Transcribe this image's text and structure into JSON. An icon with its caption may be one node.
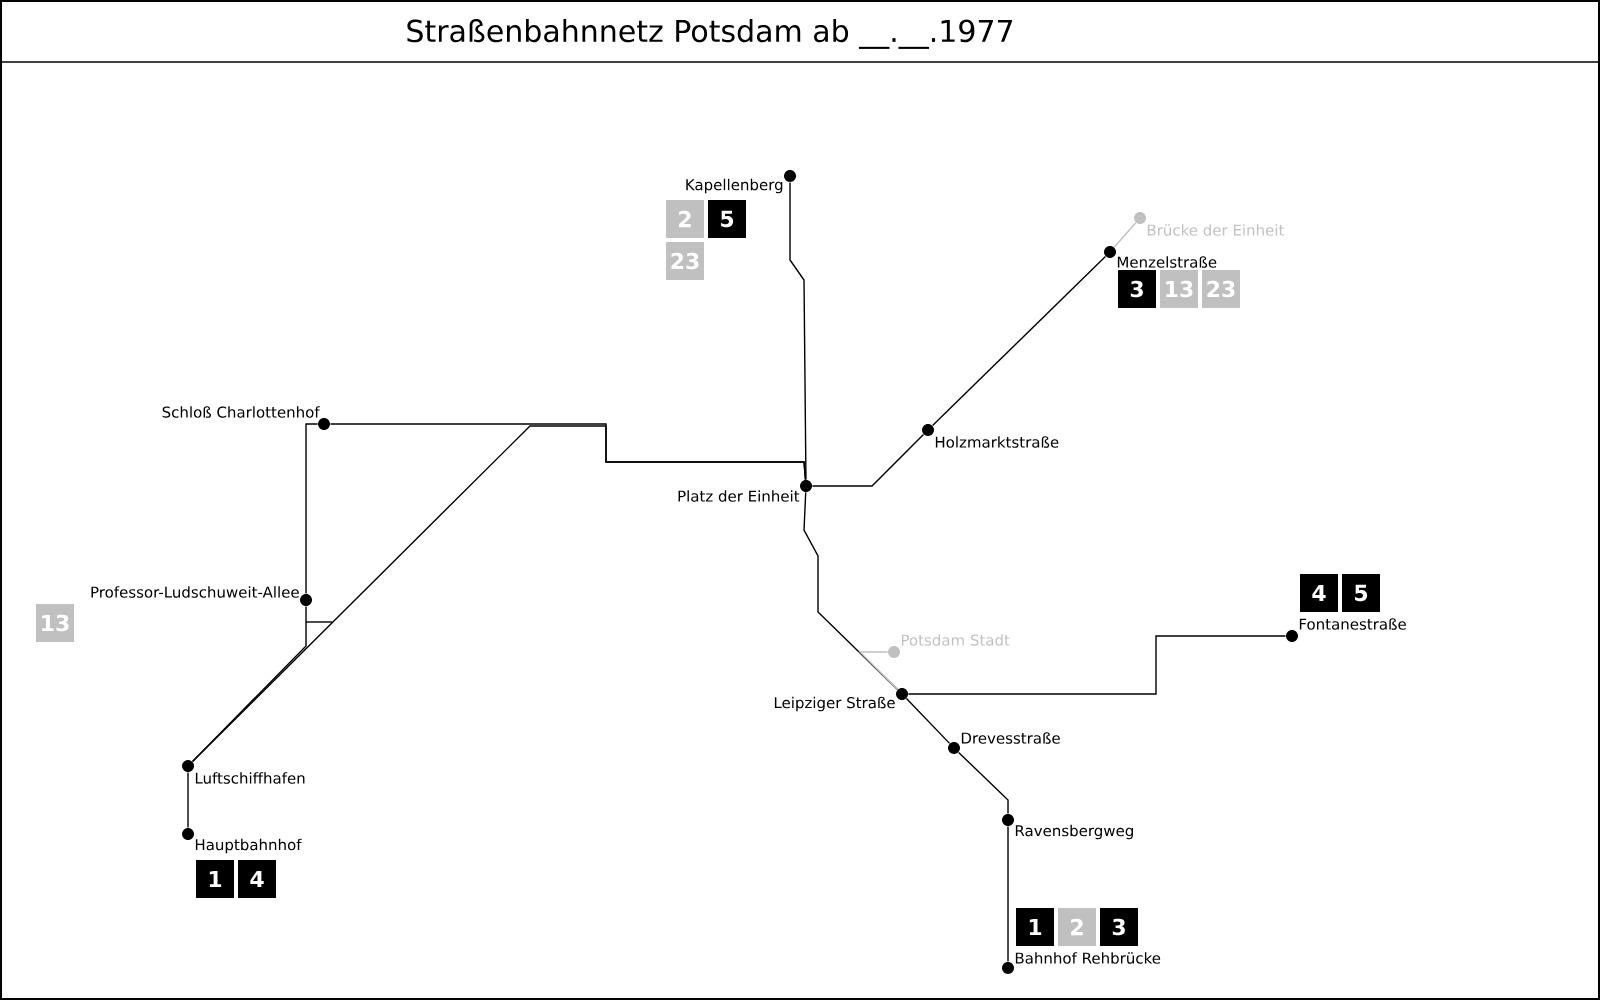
{
  "diagram": {
    "title": "Straßenbahnnetz Potsdam ab __.__.1977",
    "nodes": [
      {
        "text": [],
        "shape": "circle",
        "beside": [
          "Kapellenberg"
        ]
      },
      {
        "text": [
          "2"
        ]
      },
      {
        "text": [
          "5"
        ]
      },
      {
        "text": [
          "23"
        ]
      },
      {
        "text": [],
        "shape": "circle",
        "beside": [
          "Brücke der Einheit"
        ]
      },
      {
        "text": [],
        "shape": "circle",
        "beside": [
          "Menzelstraße"
        ]
      },
      {
        "text": [
          "3"
        ]
      },
      {
        "text": [
          "13"
        ]
      },
      {
        "text": [
          "23"
        ]
      },
      {
        "text": [],
        "shape": "circle",
        "beside": [
          "Schloß Charlottenhof"
        ]
      },
      {
        "text": [],
        "shape": "circle",
        "beside": [
          "Holzmarktstraße"
        ]
      },
      {
        "text": [],
        "shape": "circle",
        "beside": [
          "Platz der Einheit"
        ]
      },
      {
        "text": [],
        "shape": "circle",
        "beside": [
          "Professor-Ludschuweit-Allee"
        ]
      },
      {
        "text": [
          "13"
        ]
      },
      {
        "text": [
          "4"
        ]
      },
      {
        "text": [
          "5"
        ]
      },
      {
        "text": [],
        "shape": "circle",
        "beside": [
          "Fontanestraße"
        ]
      },
      {
        "text": [],
        "shape": "circle",
        "beside": [
          "Potsdam Stadt"
        ]
      },
      {
        "text": [],
        "shape": "circle",
        "beside": [
          "Leipziger Straße"
        ]
      },
      {
        "text": [],
        "shape": "circle",
        "beside": [
          "Drevesstraße"
        ]
      },
      {
        "text": [],
        "shape": "circle",
        "beside": [
          "Luftschiffhafen"
        ]
      },
      {
        "text": [],
        "shape": "circle",
        "beside": [
          "Ravensbergweg"
        ]
      },
      {
        "text": [],
        "shape": "circle",
        "beside": [
          "Hauptbahnhof"
        ]
      },
      {
        "text": [
          "1"
        ]
      },
      {
        "text": [
          "4"
        ]
      },
      {
        "text": [
          "1"
        ]
      },
      {
        "text": [
          "2"
        ]
      },
      {
        "text": [
          "3"
        ]
      },
      {
        "text": [],
        "shape": "circle",
        "beside": [
          "Bahnhof Rehbrücke"
        ]
      }
    ],
    "edges": [
      {
        "from": 0,
        "to": 11,
        "arrow": "none"
      },
      {
        "from": 11,
        "to": 10,
        "arrow": "none"
      },
      {
        "from": 10,
        "to": 5,
        "arrow": "none"
      },
      {
        "from": 5,
        "to": 4,
        "arrow": "none",
        "color": "#c0c0c0"
      },
      {
        "from": 9,
        "to": 11,
        "arrow": "none"
      },
      {
        "from": 9,
        "to": 12,
        "arrow": "none"
      },
      {
        "from": 12,
        "to": 20,
        "arrow": "none"
      },
      {
        "from": 20,
        "to": 11,
        "arrow": "none"
      },
      {
        "from": 20,
        "to": 22,
        "arrow": "none"
      },
      {
        "from": 11,
        "to": 18,
        "arrow": "none"
      },
      {
        "from": 18,
        "to": 17,
        "arrow": "none",
        "color": "#c0c0c0"
      },
      {
        "from": 18,
        "to": 16,
        "arrow": "none"
      },
      {
        "from": 18,
        "to": 19,
        "arrow": "none"
      },
      {
        "from": 19,
        "to": 21,
        "arrow": "none"
      },
      {
        "from": 21,
        "to": 28,
        "arrow": "none"
      }
    ]
  }
}
